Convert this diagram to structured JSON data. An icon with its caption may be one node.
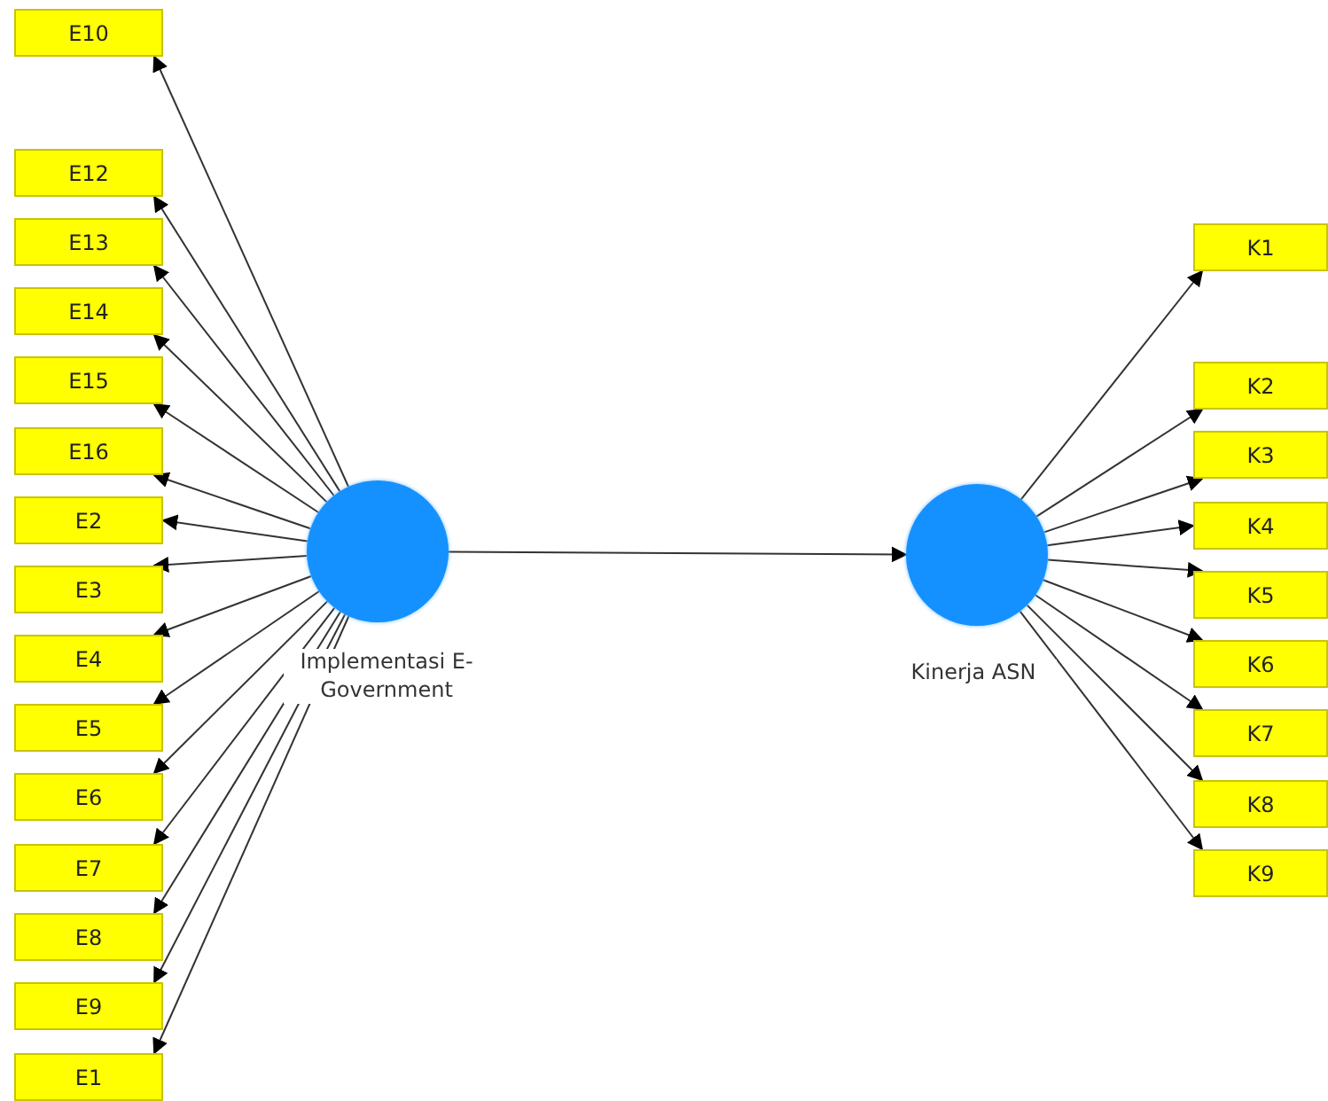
{
  "diagram": {
    "nodes": [
      {
        "text": [
          "Implementasi E-Government"
        ]
      },
      {
        "text": [
          "Kinerja ASN"
        ]
      },
      {
        "text": [
          "E10"
        ]
      },
      {
        "text": [
          "E12"
        ]
      },
      {
        "text": [
          "E13"
        ]
      },
      {
        "text": [
          "E14"
        ]
      },
      {
        "text": [
          "E15"
        ]
      },
      {
        "text": [
          "E16"
        ]
      },
      {
        "text": [
          "E2"
        ]
      },
      {
        "text": [
          "E3"
        ]
      },
      {
        "text": [
          "E4"
        ]
      },
      {
        "text": [
          "E5"
        ]
      },
      {
        "text": [
          "E6"
        ]
      },
      {
        "text": [
          "E7"
        ]
      },
      {
        "text": [
          "E8"
        ]
      },
      {
        "text": [
          "E9"
        ]
      },
      {
        "text": [
          "E1"
        ]
      },
      {
        "text": [
          "K1"
        ]
      },
      {
        "text": [
          "K2"
        ]
      },
      {
        "text": [
          "K3"
        ]
      },
      {
        "text": [
          "K4"
        ]
      },
      {
        "text": [
          "K5"
        ]
      },
      {
        "text": [
          "K6"
        ]
      },
      {
        "text": [
          "K7"
        ]
      },
      {
        "text": [
          "K8"
        ]
      },
      {
        "text": [
          "K9"
        ]
      }
    ],
    "edges": [
      {
        "from": 0,
        "to": 1,
        "arrow": "to"
      },
      {
        "from": 0,
        "to": 2,
        "arrow": "to"
      },
      {
        "from": 0,
        "to": 3,
        "arrow": "to"
      },
      {
        "from": 0,
        "to": 4,
        "arrow": "to"
      },
      {
        "from": 0,
        "to": 5,
        "arrow": "to"
      },
      {
        "from": 0,
        "to": 6,
        "arrow": "to"
      },
      {
        "from": 0,
        "to": 7,
        "arrow": "to"
      },
      {
        "from": 0,
        "to": 8,
        "arrow": "to"
      },
      {
        "from": 0,
        "to": 9,
        "arrow": "to"
      },
      {
        "from": 0,
        "to": 10,
        "arrow": "to"
      },
      {
        "from": 0,
        "to": 11,
        "arrow": "to"
      },
      {
        "from": 0,
        "to": 12,
        "arrow": "to"
      },
      {
        "from": 0,
        "to": 13,
        "arrow": "to"
      },
      {
        "from": 0,
        "to": 14,
        "arrow": "to"
      },
      {
        "from": 0,
        "to": 15,
        "arrow": "to"
      },
      {
        "from": 0,
        "to": 16,
        "arrow": "to"
      },
      {
        "from": 1,
        "to": 17,
        "arrow": "to"
      },
      {
        "from": 1,
        "to": 18,
        "arrow": "to"
      },
      {
        "from": 1,
        "to": 19,
        "arrow": "to"
      },
      {
        "from": 1,
        "to": 20,
        "arrow": "to"
      },
      {
        "from": 1,
        "to": 21,
        "arrow": "to"
      },
      {
        "from": 1,
        "to": 22,
        "arrow": "to"
      },
      {
        "from": 1,
        "to": 23,
        "arrow": "to"
      },
      {
        "from": 1,
        "to": 24,
        "arrow": "to"
      },
      {
        "from": 1,
        "to": 25,
        "arrow": "to"
      }
    ]
  }
}
